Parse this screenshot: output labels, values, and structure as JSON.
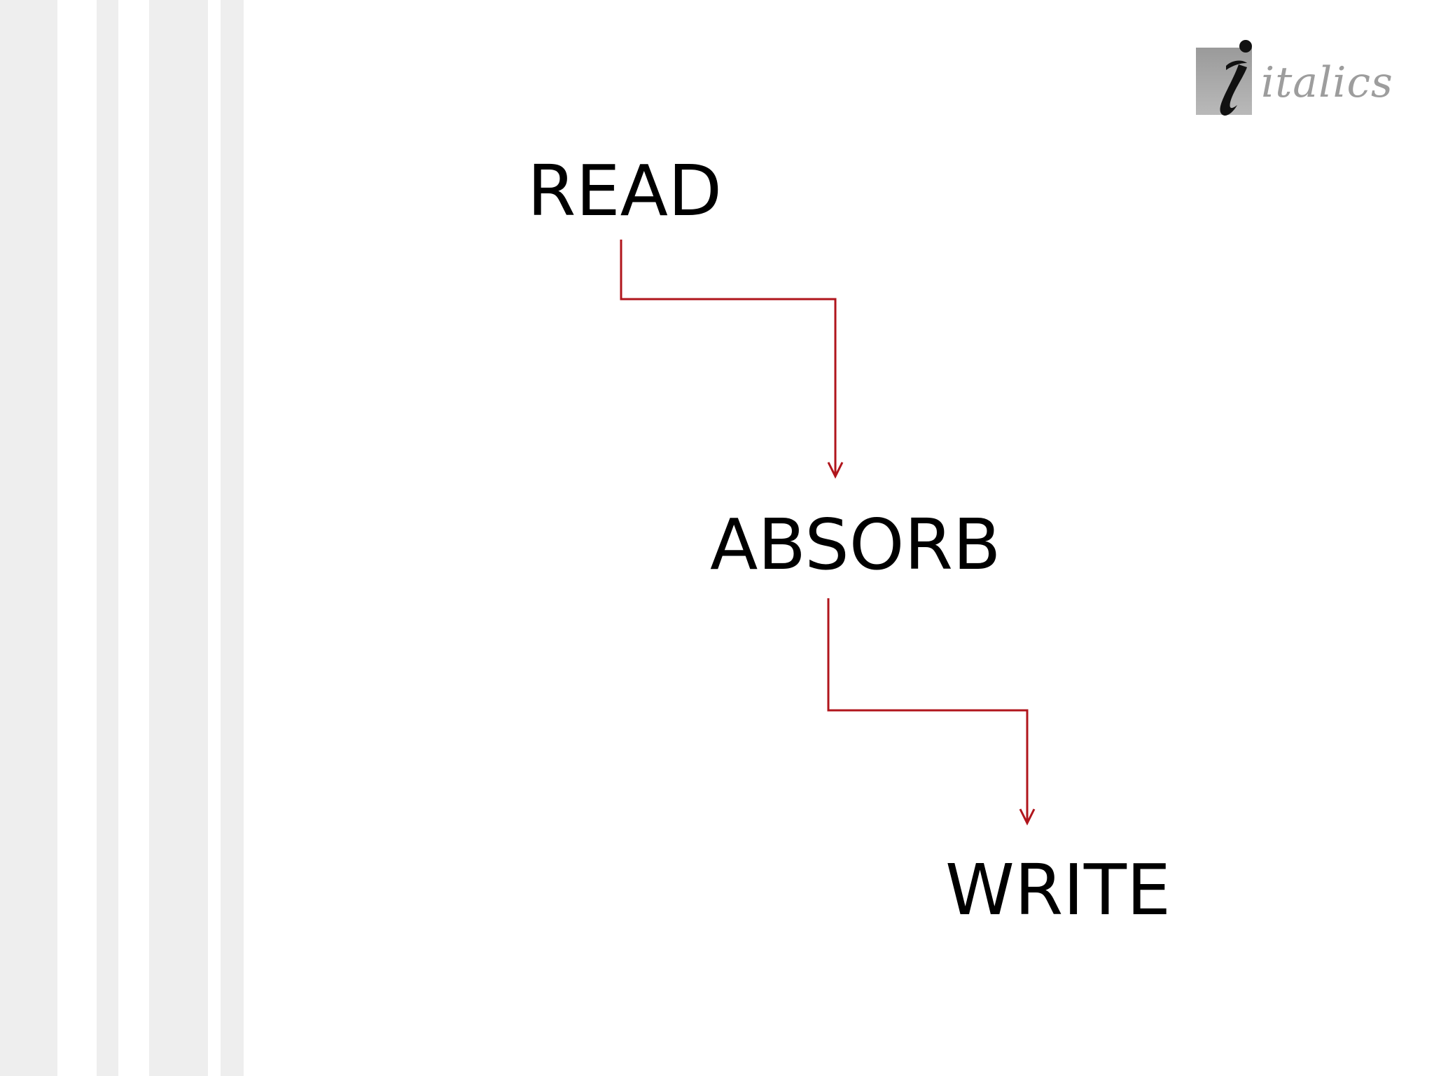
{
  "logo": {
    "text": "italics",
    "icon": "stylized-i-icon"
  },
  "diagram": {
    "nodes": [
      {
        "id": "read",
        "label": "READ"
      },
      {
        "id": "absorb",
        "label": "ABSORB"
      },
      {
        "id": "write",
        "label": "WRITE"
      }
    ],
    "edges": [
      {
        "from": "read",
        "to": "absorb"
      },
      {
        "from": "absorb",
        "to": "write"
      }
    ],
    "arrow_color": "#b0151c",
    "text_color": "#000000",
    "stripe_color": "#eeeeee"
  }
}
